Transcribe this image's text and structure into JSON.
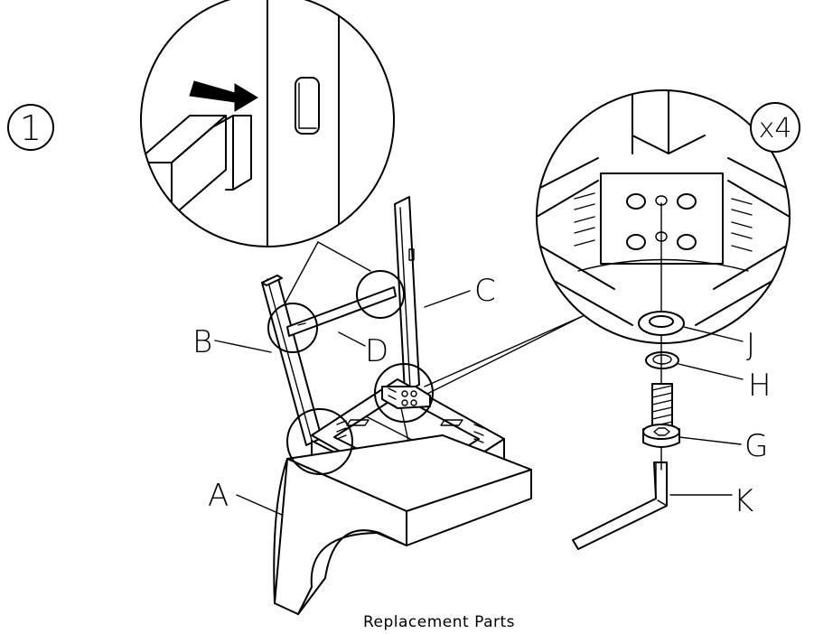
{
  "step": {
    "number": "1"
  },
  "quantity": "x4",
  "labels": {
    "A": "A",
    "B": "B",
    "C": "C",
    "D": "D",
    "J": "J",
    "H": "H",
    "G": "G",
    "K": "K"
  },
  "caption": "Replacement Parts"
}
